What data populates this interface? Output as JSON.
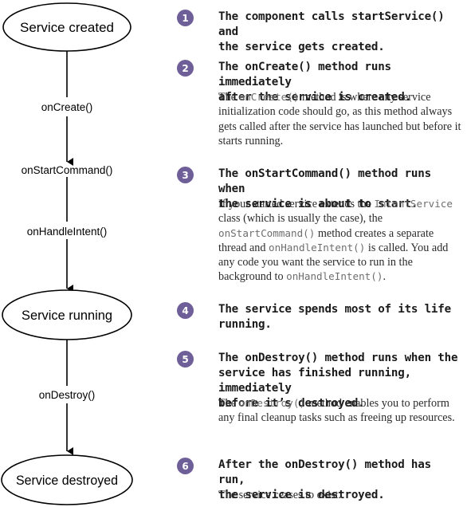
{
  "states": {
    "created": "Service created",
    "running": "Service running",
    "destroyed": "Service destroyed"
  },
  "methods": {
    "on_create": "onCreate()",
    "on_start_command": "onStartCommand()",
    "on_handle_intent": "onHandleIntent()",
    "on_destroy": "onDestroy()"
  },
  "steps": [
    {
      "number": "1",
      "heading": "The component calls startService() and\nthe service gets created."
    },
    {
      "number": "2",
      "heading": "The onCreate() method runs immediately\nafter the service is created.",
      "body": {
        "t1": "The ",
        "c1": "onCreate()",
        "t2": " method is where any service initialization code should go, as this method always gets called after the service has launched but before it starts running."
      }
    },
    {
      "number": "3",
      "heading": "The onStartCommand() method runs when\nthe service is about to start.",
      "body": {
        "t1": "If your started service extends the ",
        "c1": "IntentService",
        "t2": " class (which is usually the case), the ",
        "c2": "onStartCommand()",
        "t3": " method creates a separate thread and ",
        "c3": "onHandleIntent()",
        "t4": " is called. You add any code you want the service to run in the background to ",
        "c4": "onHandleIntent()",
        "t5": "."
      }
    },
    {
      "number": "4",
      "heading": "The service spends most of its life\nrunning."
    },
    {
      "number": "5",
      "heading": "The onDestroy() method runs when the\nservice has finished running, immediately\nbefore it’s destroyed.",
      "body": {
        "t1": "The ",
        "c1": "onDestroy()",
        "t2": " method enables you to perform any final cleanup tasks such as freeing up resources."
      }
    },
    {
      "number": "6",
      "heading": "After the onDestroy() method has run,\nthe service is destroyed.",
      "body": {
        "t1": "The service ceases to exist."
      }
    }
  ],
  "colors": {
    "badge": "#6f5f98",
    "line": "#000000"
  }
}
